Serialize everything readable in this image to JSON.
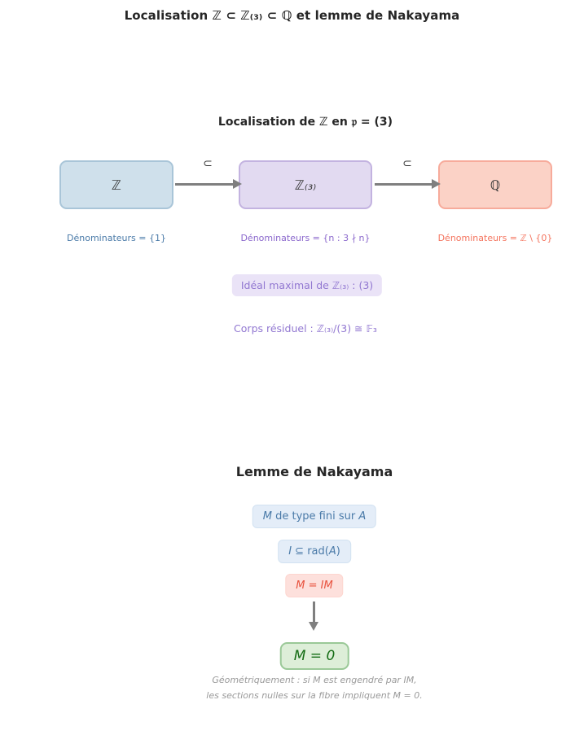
{
  "page": {
    "title": "Localisation ℤ ⊂ ℤ₍₃₎ ⊂ ℚ et lemme de Nakayama"
  },
  "localisation": {
    "subtitle": "Localisation de ℤ en 𝔭 = (3)",
    "subset_symbol": "⊂",
    "boxes": [
      {
        "label": "ℤ",
        "denominators": "Dénominateurs = {1}"
      },
      {
        "label": "ℤ₍₃₎",
        "denominators": "Dénominateurs = {n : 3 ∤ n}"
      },
      {
        "label": "ℚ",
        "denominators": "Dénominateurs = ℤ \\ {0}"
      }
    ],
    "maximal_ideal": "Idéal maximal de ℤ₍₃₎ : (3)",
    "residue_field": "Corps résiduel : ℤ₍₃₎/(3) ≅ 𝔽₃"
  },
  "nakayama": {
    "heading": "Lemme de Nakayama",
    "hypothesis_finite": {
      "m": "M",
      "mid": " de type fini sur ",
      "a": "A"
    },
    "hypothesis_radical": {
      "i": "I",
      "mid": " ⊆ rad(",
      "a": "A",
      "close": ")"
    },
    "hypothesis_equality": "M = IM",
    "conclusion": "M = 0",
    "note_line1": "Géométriquement : si M est engendré par IM,",
    "note_line2": "les sections nulles sur la fibre impliquent M = 0."
  },
  "colors": {
    "ring_z_fill": "#cfe0eb",
    "ring_z_border": "#a9c5d8",
    "ring_z3_fill": "#e2daf1",
    "ring_z3_border": "#c3b3e0",
    "ring_q_fill": "#fbd2c6",
    "ring_q_border": "#f7ab9b",
    "arrow": "#7f7f7f",
    "denominators_z": "#4a7aa8",
    "denominators_z3": "#8a67cc",
    "denominators_q": "#f4745e",
    "ideal_fill": "#eae3f7",
    "ideal_text": "#9177d1",
    "nakayama_blue_fill": "#e4edf8",
    "nakayama_blue_text": "#4a7aa8",
    "nakayama_red_fill": "#fde0dc",
    "nakayama_red_text": "#e8513d",
    "conclusion_fill": "#ddeed8",
    "conclusion_border": "#9ac897",
    "conclusion_text": "#156d15",
    "note_text": "#9a9a9a"
  }
}
